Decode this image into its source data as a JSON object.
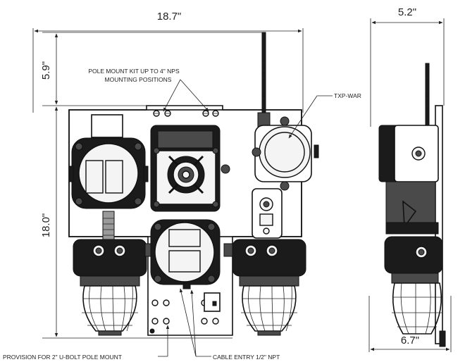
{
  "dimensions": {
    "width_front": "18.7\"",
    "width_side_top": "5.2\"",
    "width_side_bottom": "6.7\"",
    "height_antenna": "5.9\"",
    "height_main": "18.0\""
  },
  "callouts": {
    "pole_mount_kit_line1": "POLE MOUNT KIT UP TO 4\" NPS",
    "pole_mount_kit_line2": "MOUNTING POSITIONS",
    "txp_war": "TXP-WAR",
    "u_bolt": "PROVISION FOR 2\" U-BOLT POLE MOUNT",
    "cable_entry": "CABLE ENTRY 1/2\" NPT"
  }
}
